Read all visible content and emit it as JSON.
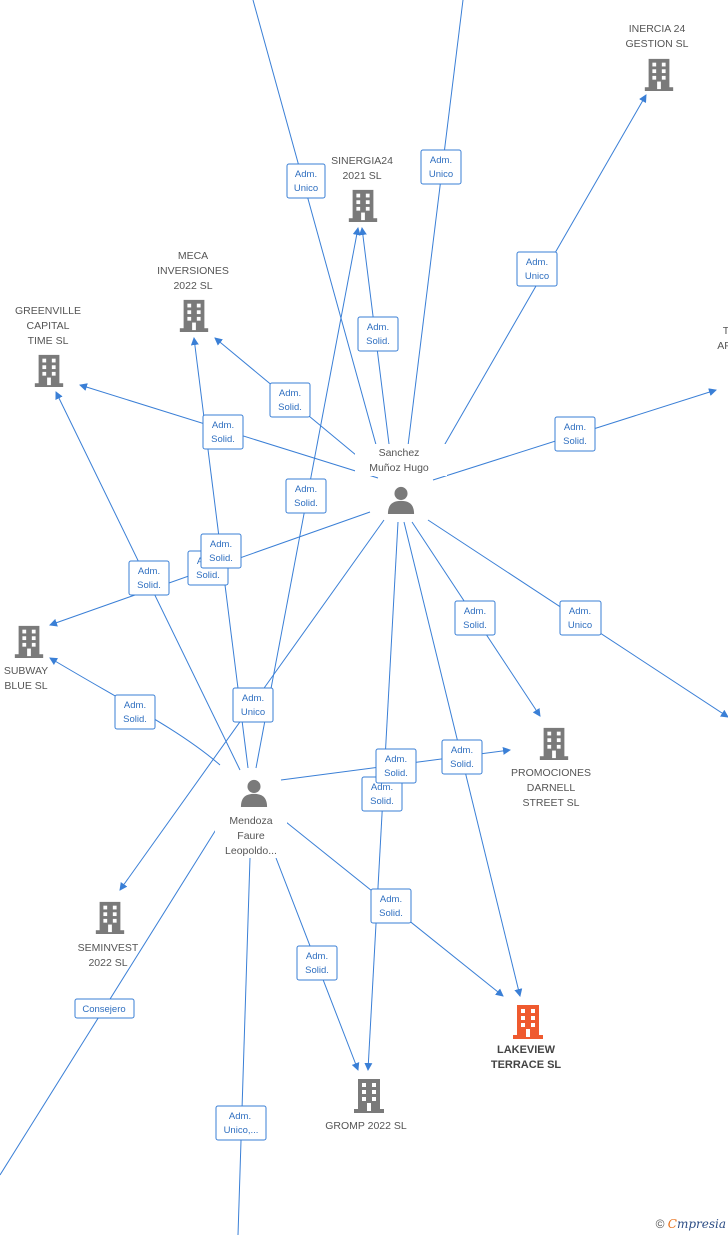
{
  "nodes": {
    "inercia": {
      "lines": [
        "INERCIA 24",
        "GESTION  SL"
      ],
      "kind": "company"
    },
    "sinergia": {
      "lines": [
        "SINERGIA24",
        "2021  SL"
      ],
      "kind": "company"
    },
    "meca": {
      "lines": [
        "MECA",
        "INVERSIONES",
        "2022  SL"
      ],
      "kind": "company"
    },
    "greenville": {
      "lines": [
        "GREENVILLE",
        "CAPITAL",
        "TIME  SL"
      ],
      "kind": "company"
    },
    "subway": {
      "lines": [
        "SUBWAY",
        "BLUE  SL"
      ],
      "kind": "company"
    },
    "seminvest": {
      "lines": [
        "SEMINVEST",
        "2022  SL"
      ],
      "kind": "company"
    },
    "promociones": {
      "lines": [
        "PROMOCIONES",
        "DARNELL",
        "STREET  SL"
      ],
      "kind": "company"
    },
    "lakeview": {
      "lines": [
        "LAKEVIEW",
        "TERRACE  SL"
      ],
      "kind": "main"
    },
    "gromp": {
      "lines": [
        "GROMP 2022  SL"
      ],
      "kind": "company"
    },
    "sanchez": {
      "lines": [
        "Sanchez",
        "Muñoz Hugo"
      ],
      "kind": "person"
    },
    "mendoza": {
      "lines": [
        "Mendoza",
        "Faure",
        "Leopoldo..."
      ],
      "kind": "person"
    },
    "partial_right": {
      "lines": [
        "T",
        "AF"
      ],
      "kind": "partial"
    }
  },
  "edge_labels": [
    {
      "id": "e1",
      "lines": [
        "Adm.",
        "Unico"
      ]
    },
    {
      "id": "e2",
      "lines": [
        "Adm.",
        "Unico"
      ]
    },
    {
      "id": "e3",
      "lines": [
        "Adm.",
        "Unico"
      ]
    },
    {
      "id": "e4",
      "lines": [
        "Adm.",
        "Solid."
      ]
    },
    {
      "id": "e5",
      "lines": [
        "Adm.",
        "Solid."
      ]
    },
    {
      "id": "e6",
      "lines": [
        "Adm.",
        "Solid."
      ]
    },
    {
      "id": "e7",
      "lines": [
        "Adm.",
        "Solid."
      ]
    },
    {
      "id": "e8",
      "lines": [
        "Adm.",
        "Solid."
      ]
    },
    {
      "id": "e9",
      "lines": [
        "Adm.",
        "Solid."
      ]
    },
    {
      "id": "e10",
      "lines": [
        "Adm.",
        "Solid."
      ]
    },
    {
      "id": "e11",
      "lines": [
        "Adm.",
        "Solid."
      ]
    },
    {
      "id": "e12",
      "lines": [
        "Adm.",
        "Solid."
      ]
    },
    {
      "id": "e13",
      "lines": [
        "Adm.",
        "Solid."
      ]
    },
    {
      "id": "e14",
      "lines": [
        "Adm.",
        "Unico"
      ]
    },
    {
      "id": "e15",
      "lines": [
        "Adm.",
        "Unico"
      ]
    },
    {
      "id": "e16",
      "lines": [
        "Adm.",
        "Solid."
      ]
    },
    {
      "id": "e17",
      "lines": [
        "Adm.",
        "Solid."
      ]
    },
    {
      "id": "e18",
      "lines": [
        "Adm.",
        "Solid."
      ]
    },
    {
      "id": "e19",
      "lines": [
        "Adm.",
        "Solid."
      ]
    },
    {
      "id": "e20",
      "lines": [
        "Adm.",
        "Solid."
      ]
    },
    {
      "id": "e21",
      "lines": [
        "Consejero"
      ]
    },
    {
      "id": "e22",
      "lines": [
        "Adm.",
        "Solid."
      ]
    },
    {
      "id": "e23",
      "lines": [
        "Adm.",
        "Unico,..."
      ]
    }
  ],
  "watermark": {
    "copyright": "©",
    "brand_letter": "C",
    "brand_rest": "mpresia"
  },
  "colors": {
    "edge": "#3a7fd6",
    "icon": "#7a7a7a",
    "main_icon": "#ef5a2f"
  }
}
